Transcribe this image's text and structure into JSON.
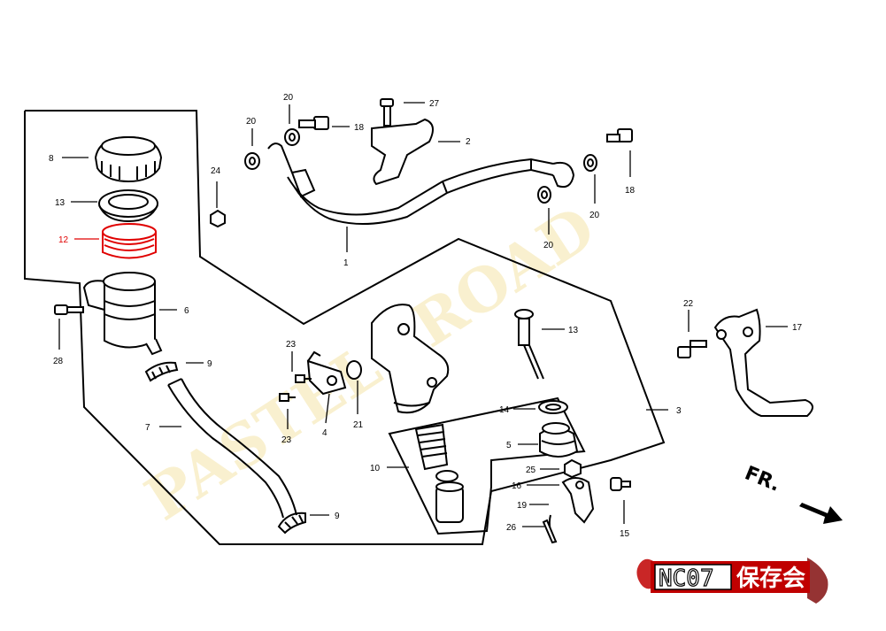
{
  "watermark": {
    "text": "PASTEL★ROAD",
    "colors": [
      "#f6c9c9",
      "#f7ecc0"
    ]
  },
  "direction_label": "FR.",
  "badge": {
    "code": "NC07",
    "kanji": "保存会",
    "bg": "#c00000"
  },
  "highlight_color": "#e00000",
  "callouts": [
    "1",
    "2",
    "3",
    "4",
    "5",
    "6",
    "7",
    "8",
    "9",
    "9",
    "10",
    "12",
    "13",
    "13",
    "14",
    "15",
    "16",
    "17",
    "18",
    "18",
    "19",
    "20",
    "20",
    "20",
    "20",
    "21",
    "22",
    "23",
    "23",
    "24",
    "25",
    "26",
    "27",
    "28"
  ],
  "highlighted_part": "12"
}
